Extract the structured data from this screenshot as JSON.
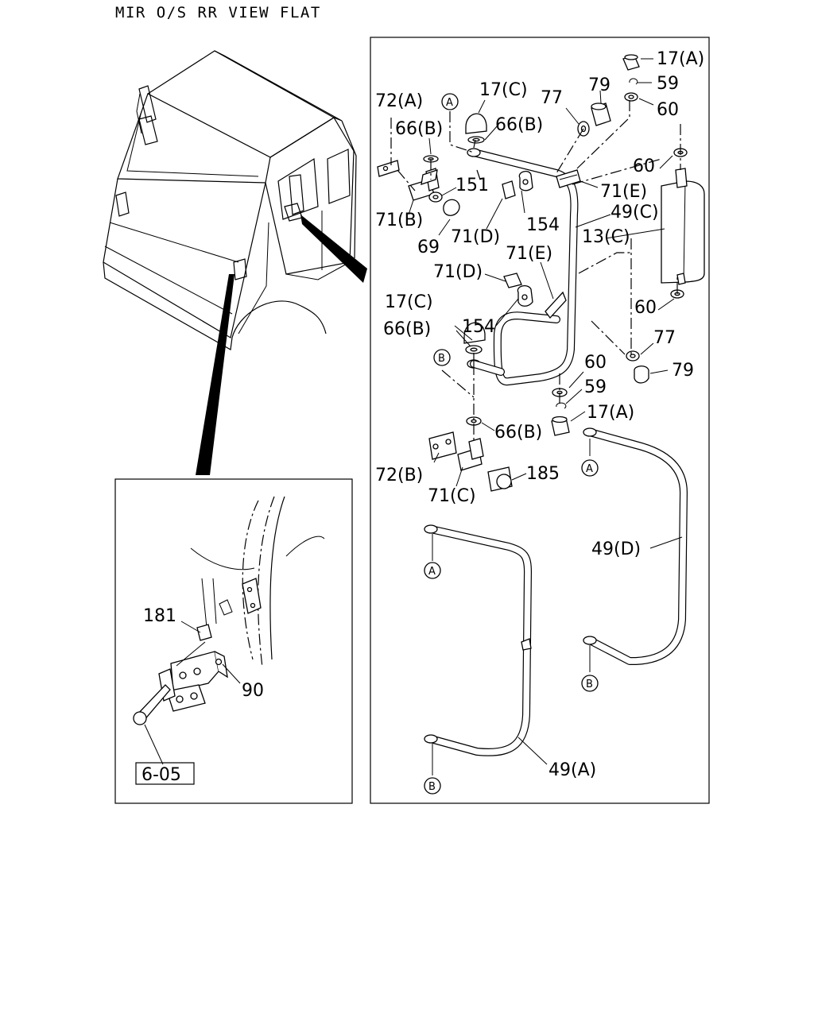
{
  "title": "MIR O/S RR VIEW FLAT",
  "labels": {
    "p17a_top": "17(A)",
    "p59_top": "59",
    "p60_top": "60",
    "p79_top": "79",
    "p77_top": "77",
    "p17c_top": "17(C)",
    "p66b_top_r": "66(B)",
    "p66b_top_l": "66(B)",
    "p72a": "72(A)",
    "ref_a_top": "A",
    "p60_mid": "60",
    "p71e_top": "71(E)",
    "p151": "151",
    "p71b": "71(B)",
    "p154_top": "154",
    "p49c": "49(C)",
    "p13c": "13(C)",
    "p69": "69",
    "p71d_top": "71(D)",
    "p71d_mid": "71(D)",
    "p71e_mid": "71(E)",
    "p17c_mid": "17(C)",
    "p154_mid": "154",
    "p60_right": "60",
    "p66b_mid": "66(B)",
    "p77_right": "77",
    "ref_b_mid": "B",
    "p60_low": "60",
    "p79_right": "79",
    "p59_low": "59",
    "p17a_low": "17(A)",
    "p66b_low": "66(B)",
    "p72b": "72(B)",
    "p185": "185",
    "p71c": "71(C)",
    "ref_a_49d": "A",
    "p49d": "49(D)",
    "ref_a_49a": "A",
    "ref_b_49d": "B",
    "p49a": "49(A)",
    "ref_b_49a": "B",
    "p181": "181",
    "p90": "90",
    "ref_box": "6-05"
  }
}
